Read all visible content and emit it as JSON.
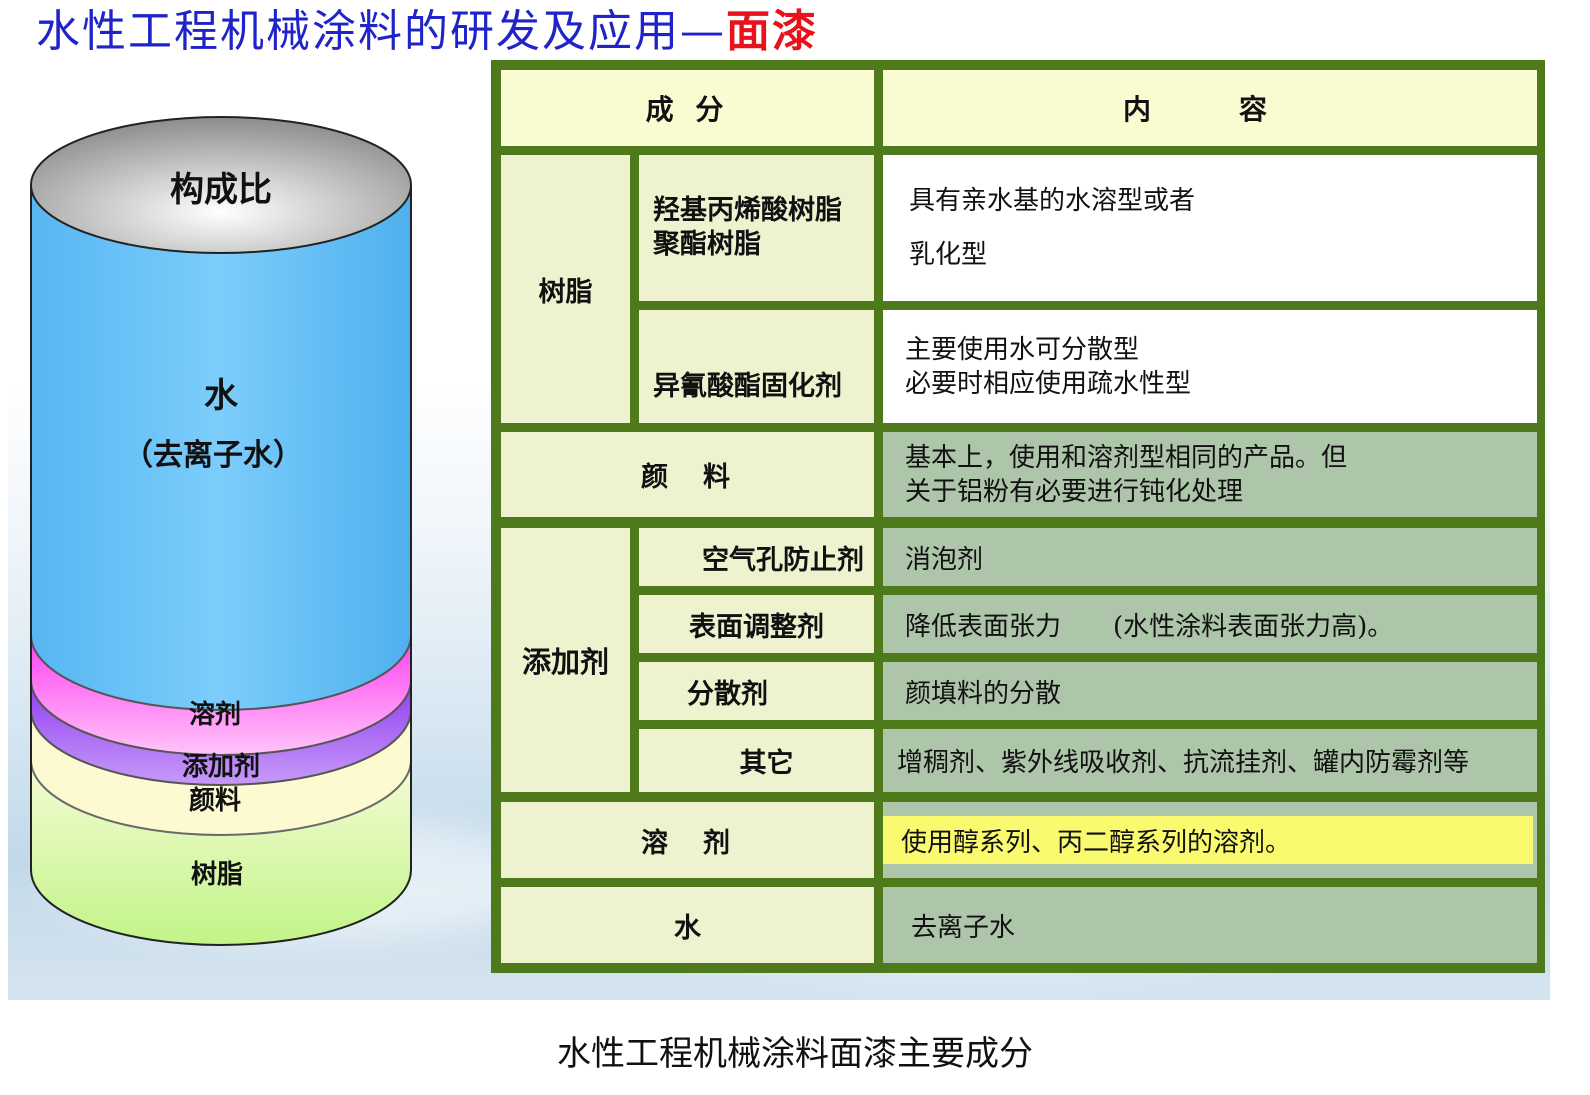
{
  "title": {
    "main": "水性工程机械涂料的研发及应用—",
    "emphasis": "面漆"
  },
  "cylinder": {
    "top_label": "构成比",
    "water_label": "水",
    "water_sub_label": "（去离子水）",
    "solvent_label": "溶剂",
    "additive_label": "添加剂",
    "pigment_label": "颜料",
    "resin_label": "树脂",
    "colors": {
      "water": "#6cc4f8",
      "solvent": "#ff5cf2",
      "additive": "#a45cf0",
      "pigment": "#fcf8c4",
      "resin": "#c8f88a",
      "top": "#c8c8c8"
    }
  },
  "table": {
    "header": {
      "component": "成 分",
      "content": "内　容"
    },
    "resin": {
      "category": "树脂",
      "sub1": {
        "name_lines": [
          "羟基丙烯酸树脂",
          "聚酯树脂"
        ],
        "content_lines": [
          "具有亲水基的水溶型或者",
          "乳化型"
        ]
      },
      "sub2": {
        "name": "异氰酸酯固化剂",
        "content_lines": [
          "主要使用水可分散型",
          "必要时相应使用疏水性型"
        ]
      }
    },
    "pigment": {
      "category": "颜　料",
      "content_lines": [
        "基本上，使用和溶剂型相同的产品。但",
        "关于铝粉有必要进行钝化处理"
      ]
    },
    "additive": {
      "category": "添加剂",
      "rows": [
        {
          "name": "空气孔防止剂",
          "content": "消泡剂"
        },
        {
          "name": "表面调整剂",
          "content": "降低表面张力　　(水性涂料表面张力高)。"
        },
        {
          "name": "分散剂",
          "content": "颜填料的分散"
        },
        {
          "name": "其它",
          "content": "增稠剂、紫外线吸收剂、抗流挂剂、罐内防霉剂等"
        }
      ]
    },
    "solvent": {
      "category": "溶　剂",
      "content": "使用醇系列、丙二醇系列的溶剂。"
    },
    "water": {
      "category": "水",
      "content": "去离子水"
    },
    "colors": {
      "border": "#4f7a1c",
      "header_bg": "#fbfbd1",
      "highlight": "#fafa6e"
    }
  },
  "caption": "水性工程机械涂料面漆主要成分"
}
